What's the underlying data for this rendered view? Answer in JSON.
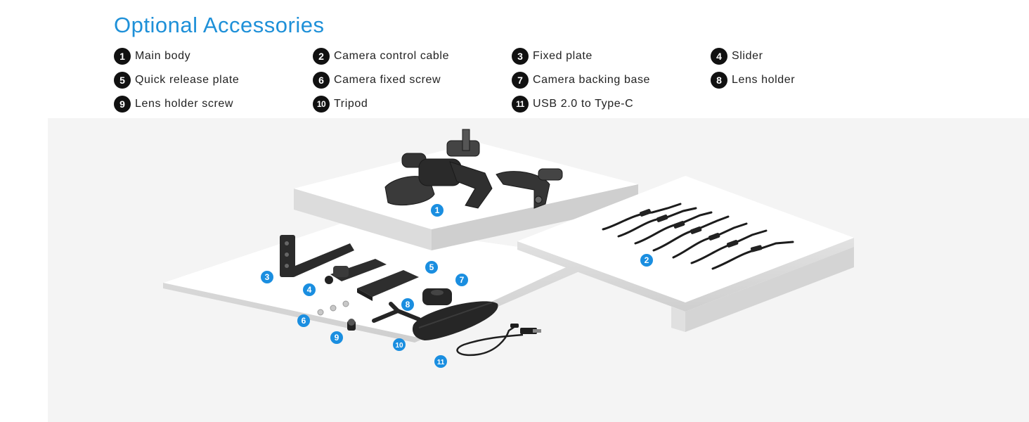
{
  "title": "Optional Accessories",
  "accessories": [
    {
      "num": "1",
      "label": "Main body"
    },
    {
      "num": "2",
      "label": "Camera control cable"
    },
    {
      "num": "3",
      "label": "Fixed plate"
    },
    {
      "num": "4",
      "label": "Slider"
    },
    {
      "num": "5",
      "label": "Quick release plate"
    },
    {
      "num": "6",
      "label": "Camera fixed screw"
    },
    {
      "num": "7",
      "label": "Camera backing base"
    },
    {
      "num": "8",
      "label": "Lens holder"
    },
    {
      "num": "9",
      "label": "Lens holder screw"
    },
    {
      "num": "10",
      "label": "Tripod"
    },
    {
      "num": "11",
      "label": "USB 2.0 to Type-C"
    }
  ],
  "callouts": [
    "1",
    "2",
    "3",
    "4",
    "5",
    "6",
    "7",
    "8",
    "9",
    "10",
    "11"
  ],
  "colors": {
    "accent": "#1e90d8",
    "badge": "#111111",
    "callout": "#1a8ee0"
  }
}
